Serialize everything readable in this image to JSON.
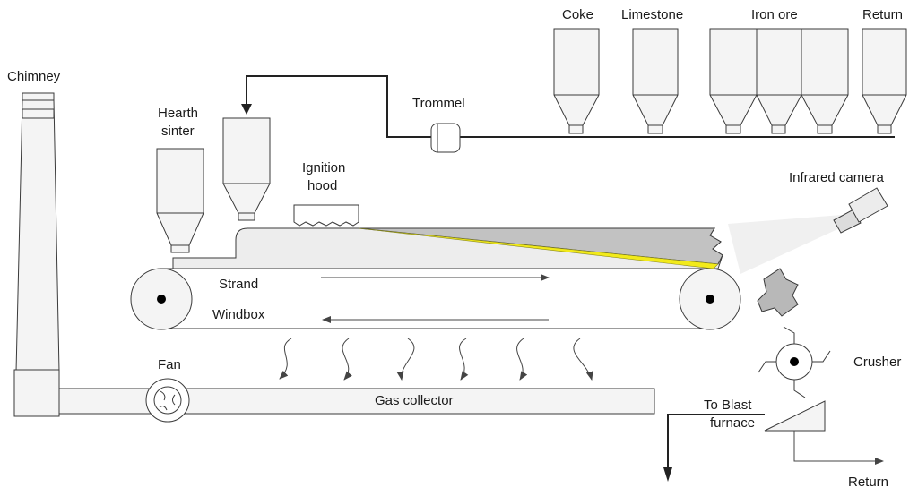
{
  "labels": {
    "chimney": "Chimney",
    "hearth_sinter_1": "Hearth",
    "hearth_sinter_2": "sinter",
    "coke": "Coke",
    "limestone": "Limestone",
    "iron_ore": "Iron ore",
    "return_top": "Return",
    "trommel": "Trommel",
    "ignition_hood_1": "Ignition",
    "ignition_hood_2": "hood",
    "infrared_camera": "Infrared camera",
    "strand": "Strand",
    "windbox": "Windbox",
    "fan": "Fan",
    "gas_collector": "Gas collector",
    "crusher": "Crusher",
    "to_blast_furnace_1": "To Blast",
    "to_blast_furnace_2": "furnace",
    "return_bottom": "Return"
  },
  "colors": {
    "stroke": "#3a3a3a",
    "fill_light": "#f4f4f4",
    "fill_strand": "#ededed",
    "sinter_bed": "#c2c2c2",
    "flame_front": "#f2ea1a",
    "camera_beam": "#f0f0f0",
    "dark": "#444444"
  }
}
